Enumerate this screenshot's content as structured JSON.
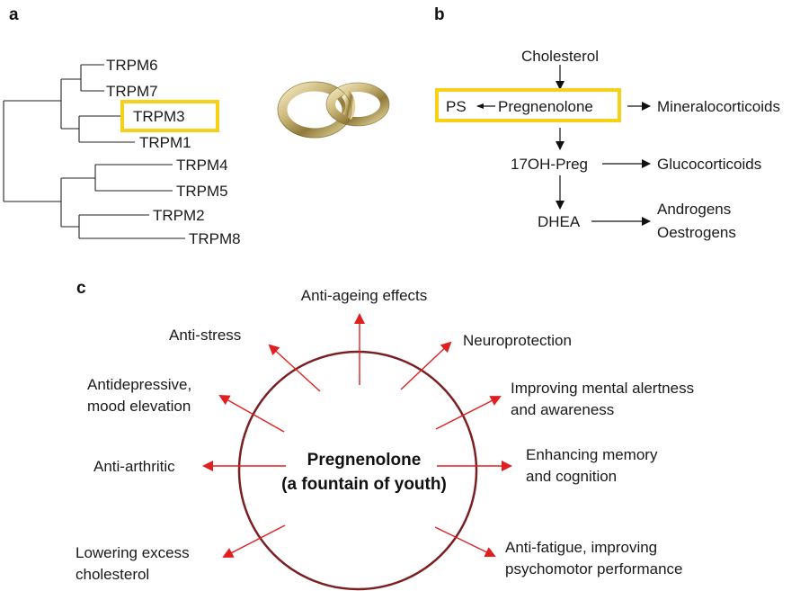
{
  "panels": {
    "a": {
      "letter": "a",
      "leaves": [
        "TRPM6",
        "TRPM7",
        "TRPM3",
        "TRPM1",
        "TRPM4",
        "TRPM5",
        "TRPM2",
        "TRPM8"
      ],
      "highlighted": "TRPM3",
      "ring_icon": "interlocked-rings-icon"
    },
    "b": {
      "letter": "b",
      "cholesterol": "Cholesterol",
      "ps": "PS",
      "pregnenolone": "Pregnenolone",
      "mineralocorticoids": "Mineralocorticoids",
      "preg17": "17OH-Preg",
      "glucocorticoids": "Glucocorticoids",
      "dhea": "DHEA",
      "androgens": "Androgens",
      "oestrogens": "Oestrogens"
    },
    "c": {
      "letter": "c",
      "center_line1": "Pregnenolone",
      "center_line2": "(a fountain of youth)",
      "effects": {
        "anti_ageing": [
          "Anti-ageing effects"
        ],
        "neuroprotection": [
          "Neuroprotection"
        ],
        "mental_alertness": [
          "Improving mental alertness",
          "and awareness"
        ],
        "memory": [
          "Enhancing memory",
          "and cognition"
        ],
        "anti_fatigue": [
          "Anti-fatigue, improving",
          "psychomotor performance"
        ],
        "cholesterol": [
          "Lowering excess",
          "cholesterol"
        ],
        "anti_arthritic": [
          "Anti-arthritic"
        ],
        "antidepressive": [
          "Antidepressive,",
          "mood elevation"
        ],
        "anti_stress": [
          "Anti-stress"
        ]
      }
    }
  },
  "colors": {
    "highlight_box": "#f7d117",
    "circle": "#7a1f22",
    "effect_arrow": "#e02020",
    "text": "#1a1a1a"
  }
}
